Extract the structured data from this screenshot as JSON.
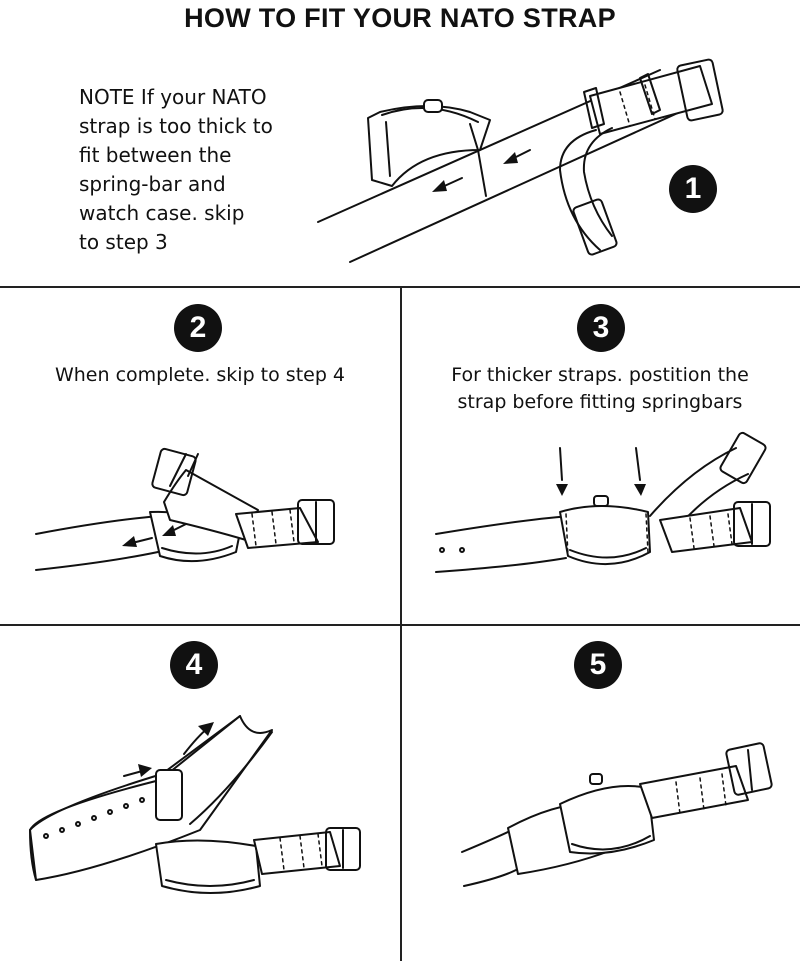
{
  "title": "HOW TO FIT YOUR NATO STRAP",
  "note": "NOTE If your NATO\nstrap is too thick to\nfit between the\nspring-bar and\nwatch case. skip\nto step 3",
  "steps": [
    {
      "number": "1",
      "caption": ""
    },
    {
      "number": "2",
      "caption": "When complete. skip to step 4"
    },
    {
      "number": "3",
      "caption": "For thicker straps. postition the\nstrap before fitting springbars"
    },
    {
      "number": "4",
      "caption": ""
    },
    {
      "number": "5",
      "caption": ""
    }
  ],
  "colors": {
    "ink": "#111111",
    "background": "#ffffff"
  }
}
